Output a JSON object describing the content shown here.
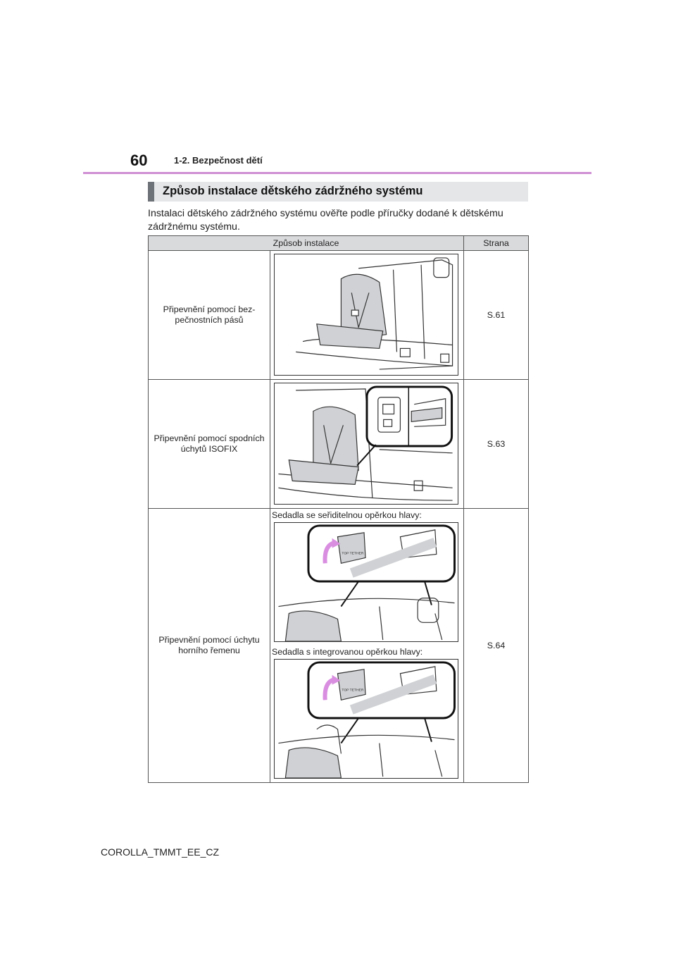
{
  "header": {
    "page_number": "60",
    "section": "1-2. Bezpečnost dětí"
  },
  "heading": "Způsob instalace dětského zádržného systému",
  "intro": "Instalaci dětského zádržného systému ověřte podle příručky dodané k dět­skému zádržnému systému.",
  "table": {
    "headers": {
      "method": "Způsob instalace",
      "page": "Strana"
    },
    "rows": [
      {
        "method": "Připevnění pomocí bez­pečnostních pásů",
        "page": "S.61"
      },
      {
        "method": "Připevnění pomocí spod­ních úchytů ISOFIX",
        "page": "S.63"
      },
      {
        "method": "Připevnění pomocí úchytu horního řemenu",
        "page": "S.64",
        "captions": [
          "Sedadla se seřiditelnou opěrkou hlavy:",
          "Sedadla s integrovanou opěrkou hlavy:"
        ],
        "tag_text": "TOP TETHER"
      }
    ]
  },
  "colors": {
    "rule": "#cf8fd4",
    "arrow": "#d98ee0",
    "seat": "#cfd1d4"
  },
  "footer": "COROLLA_TMMT_EE_CZ"
}
